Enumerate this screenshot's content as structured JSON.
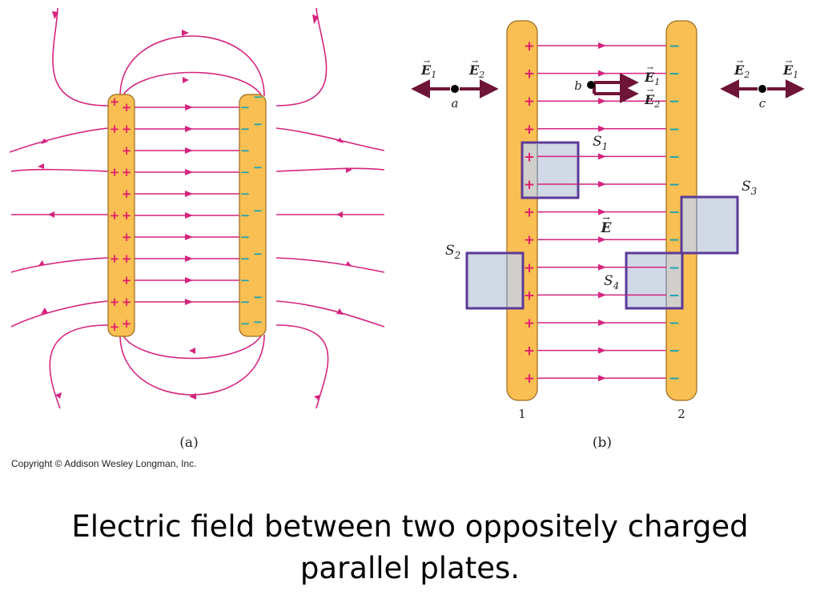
{
  "colors": {
    "plate_fill": "#f9bf52",
    "plate_stroke": "#9a6a1e",
    "field_line": "#d6247f",
    "plus": "#e4176b",
    "minus": "#17a3b3",
    "vector": "#6e1436",
    "surface_fill": "#c9d1e2",
    "surface_stroke": "#5b3a98"
  },
  "panel_a": {
    "label": "(a)",
    "plus_sign": "+",
    "minus_sign": "−"
  },
  "panel_b": {
    "label": "(b)",
    "plate_1_label": "1",
    "plate_2_label": "2",
    "plus_sign": "+",
    "minus_sign": "−",
    "point_a": {
      "label": "a",
      "vec_left": "E",
      "vec_left_sub": "1",
      "vec_right": "E",
      "vec_right_sub": "2"
    },
    "point_b": {
      "label": "b",
      "vec_top": "E",
      "vec_top_sub": "1",
      "vec_bottom": "E",
      "vec_bottom_sub": "2"
    },
    "point_c": {
      "label": "c",
      "vec_left": "E",
      "vec_left_sub": "2",
      "vec_right": "E",
      "vec_right_sub": "1"
    },
    "field_label": "E",
    "arrow_mark": "→",
    "surfaces": [
      {
        "name": "S",
        "sub": "1"
      },
      {
        "name": "S",
        "sub": "2"
      },
      {
        "name": "S",
        "sub": "3"
      },
      {
        "name": "S",
        "sub": "4"
      }
    ]
  },
  "copyright": "Copyright © Addison Wesley Longman, Inc.",
  "caption": {
    "line1": "Electric field between two oppositely charged",
    "line2": "parallel plates."
  }
}
